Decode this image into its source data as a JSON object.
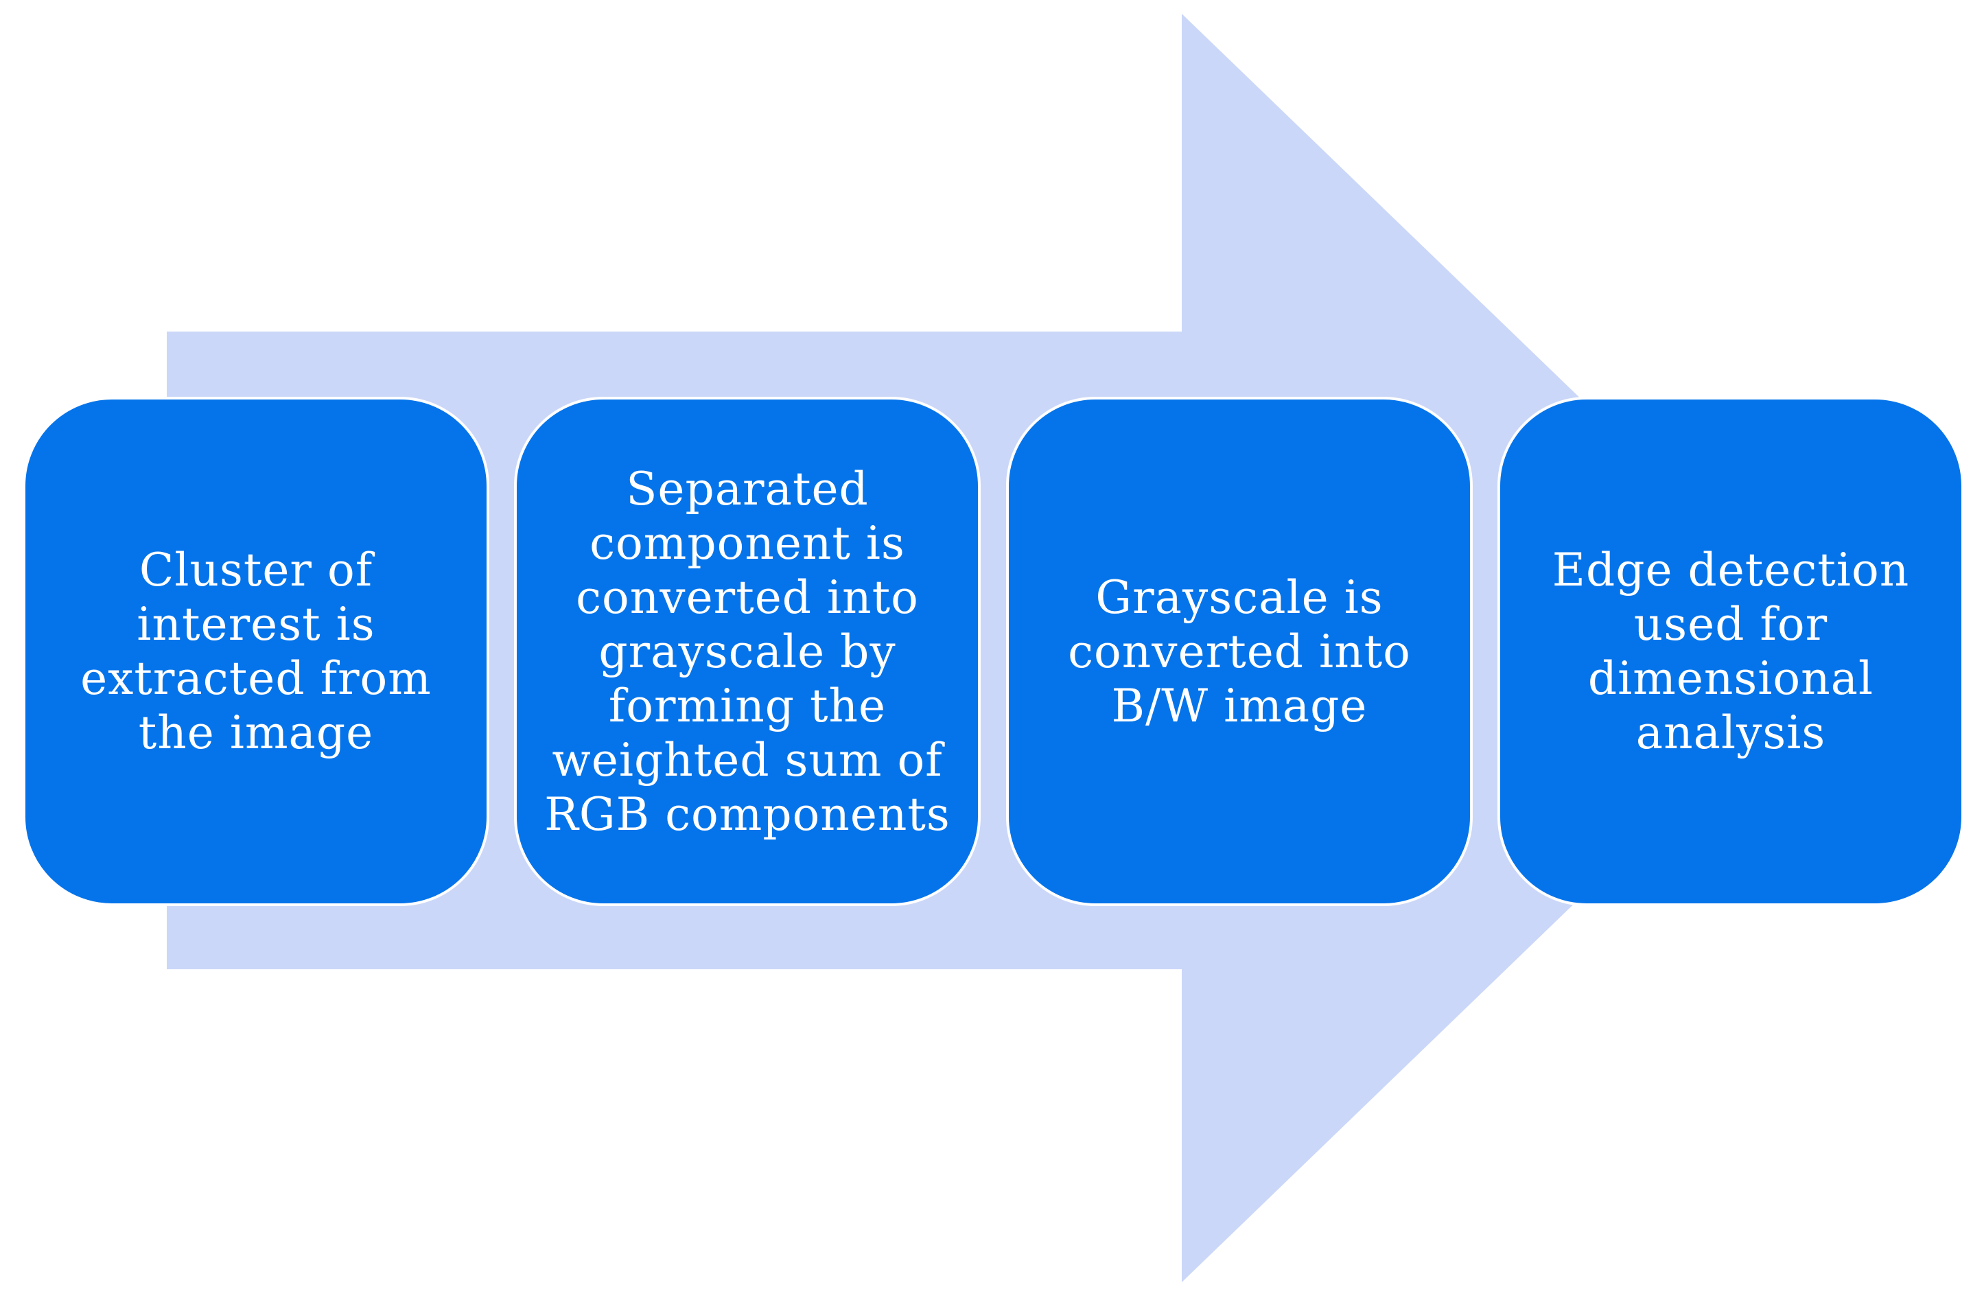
{
  "colors": {
    "arrow_fill": "#cbd7f8",
    "box_fill": "#0574ea",
    "box_border": "#ffffff",
    "text": "#ffffff"
  },
  "steps": [
    {
      "text": "Cluster of interest is extracted from the image"
    },
    {
      "text": "Separated component is converted into grayscale by forming the weighted sum of RGB components"
    },
    {
      "text": "Grayscale is converted into B/W image"
    },
    {
      "text": "Edge detection used for dimensional analysis"
    }
  ]
}
